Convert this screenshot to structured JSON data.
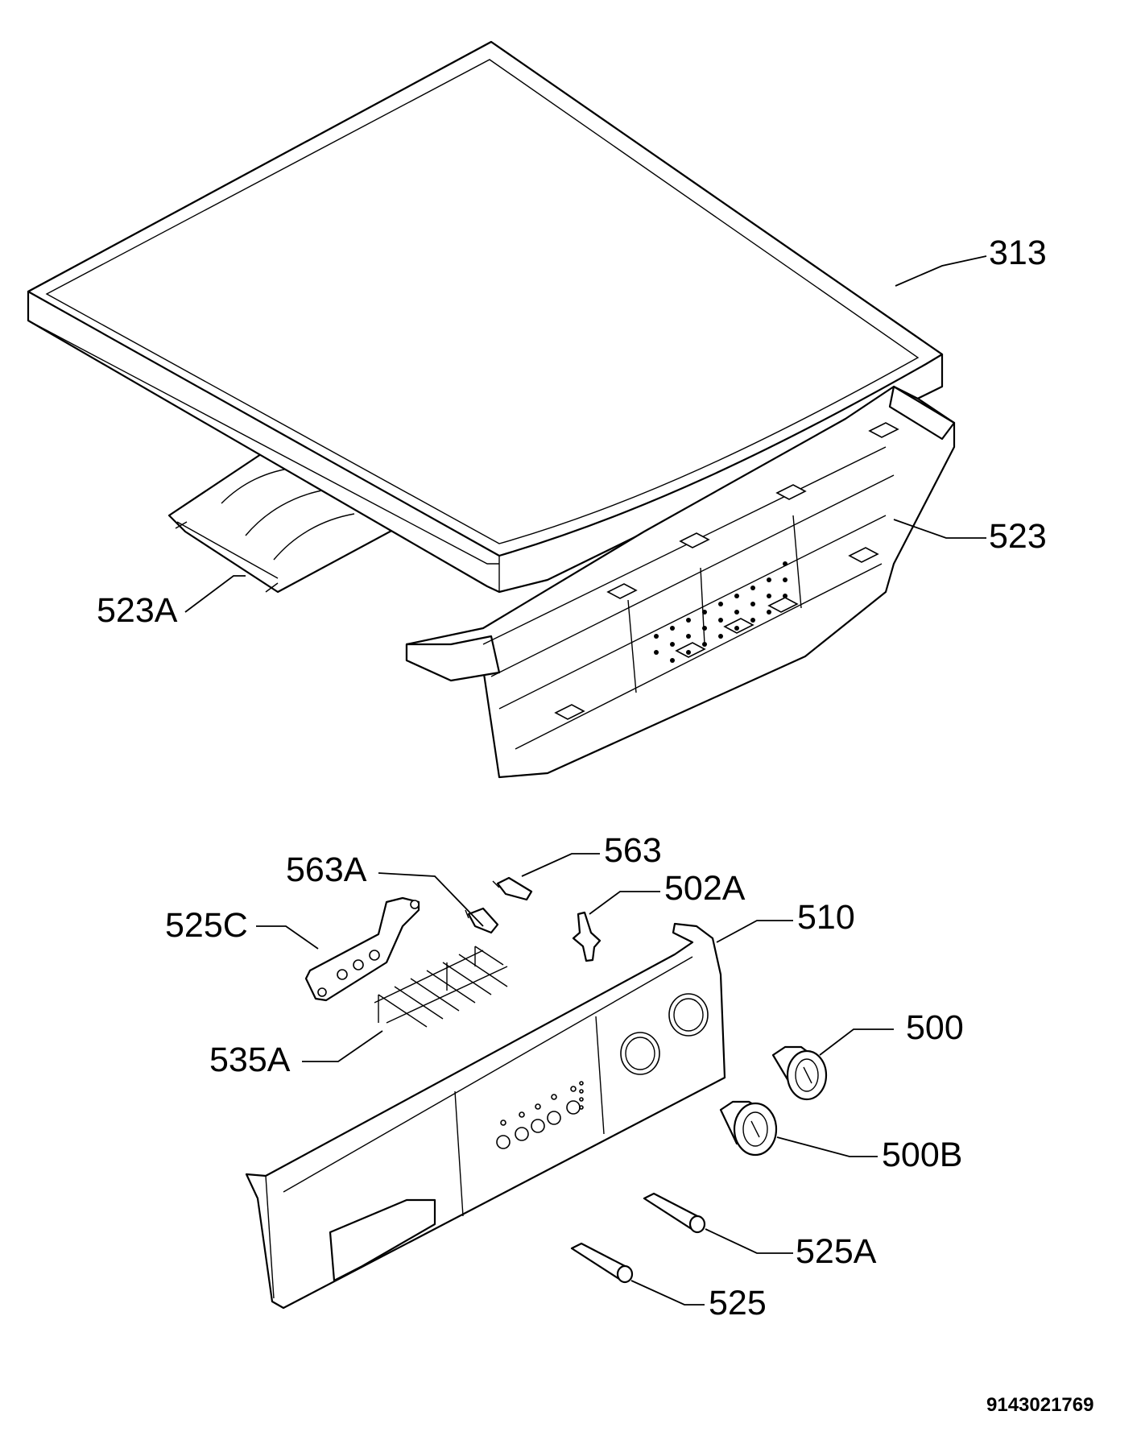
{
  "labels": {
    "l313": "313",
    "l523": "523",
    "l523A": "523A",
    "l563": "563",
    "l563A": "563A",
    "l502A": "502A",
    "l510": "510",
    "l525C": "525C",
    "l535A": "535A",
    "l500": "500",
    "l500B": "500B",
    "l525A": "525A",
    "l525": "525"
  },
  "document_number": "9143021769"
}
